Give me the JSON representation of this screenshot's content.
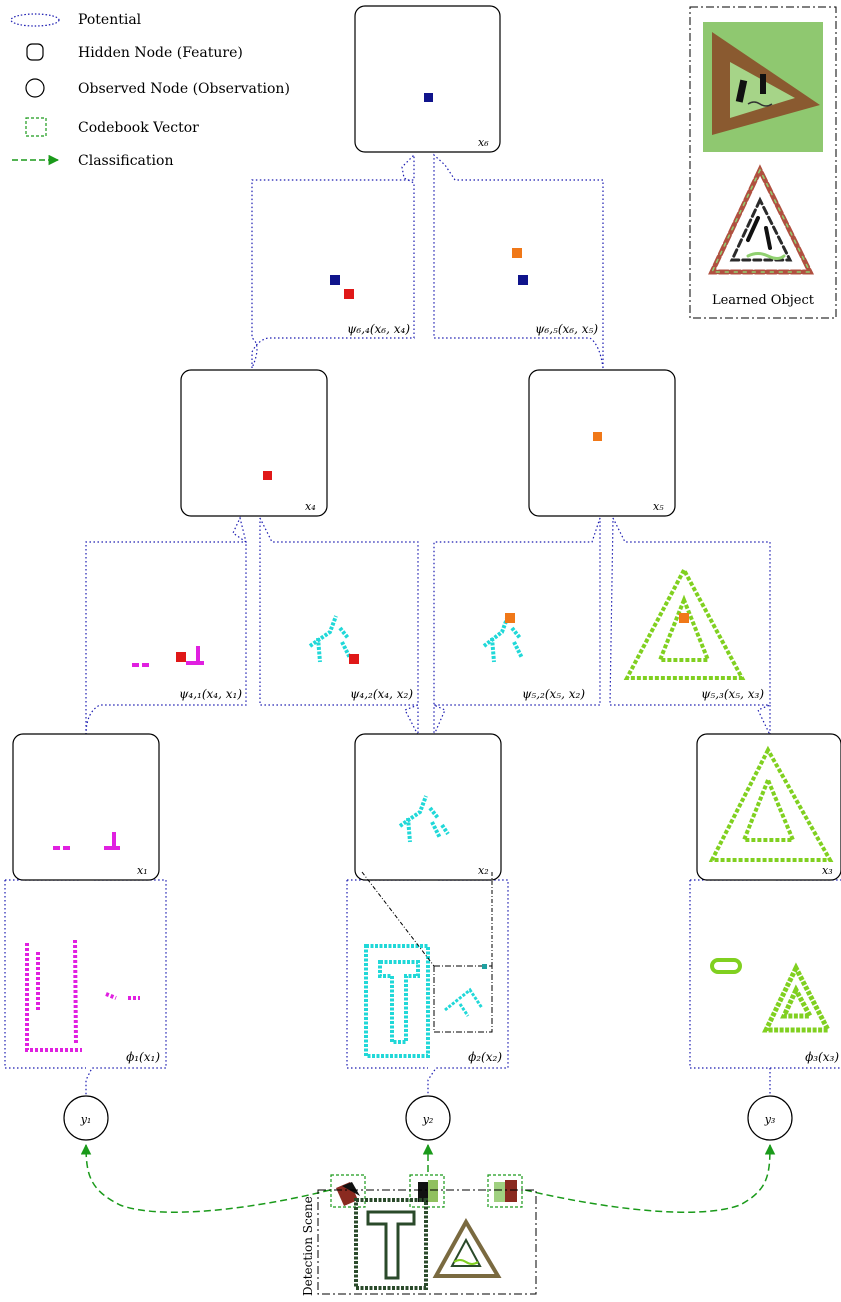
{
  "legend": {
    "potential": "Potential",
    "hidden_node": "Hidden Node (Feature)",
    "observed_node": "Observed Node (Observation)",
    "codebook_vector": "Codebook Vector",
    "classification": "Classification"
  },
  "learned_object": {
    "caption": "Learned Object"
  },
  "detection_scene": {
    "caption": "Detection Scene"
  },
  "hidden_nodes": {
    "x1": "x₁",
    "x2": "x₂",
    "x3": "x₃",
    "x4": "x₄",
    "x5": "x₅",
    "x6": "x₆"
  },
  "potentials": {
    "psi64": "ψ₆,₄(x₆, x₄)",
    "psi65": "ψ₆,₅(x₆, x₅)",
    "psi41": "ψ₄,₁(x₄, x₁)",
    "psi42": "ψ₄,₂(x₄, x₂)",
    "psi52": "ψ₅,₂(x₅, x₂)",
    "psi53": "ψ₅,₃(x₅, x₃)",
    "phi1": "ϕ₁(x₁)",
    "phi2": "ϕ₂(x₂)",
    "phi3": "ϕ₃(x₃)"
  },
  "observed_nodes": {
    "y1": "y₁",
    "y2": "y₂",
    "y3": "y₃"
  },
  "colors": {
    "navy": "#10148c",
    "red": "#e01818",
    "orange": "#f07818",
    "magenta": "#e020e0",
    "cyan": "#20d8d8",
    "lime": "#80d020",
    "potential_border": "#1a1ab0",
    "classification": "#1a9a1a"
  }
}
